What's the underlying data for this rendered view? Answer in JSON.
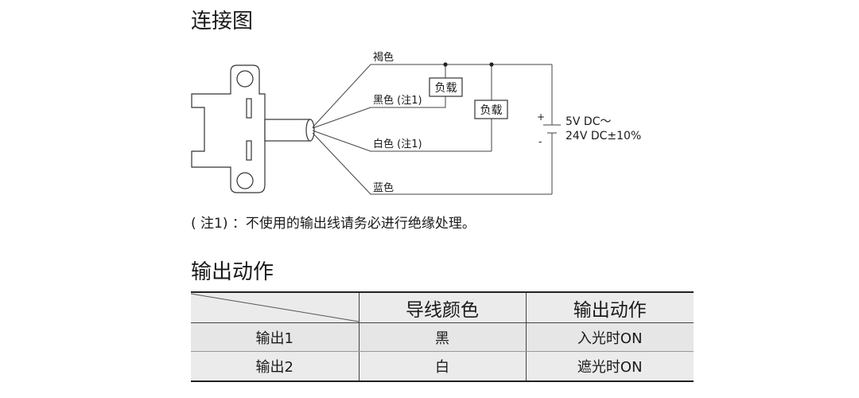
{
  "sections": {
    "connection_title": "连接图",
    "output_title": "输出动作"
  },
  "diagram": {
    "wires": {
      "brown": "褐色",
      "black": "黑色 (注1)",
      "white": "白色 (注1)",
      "blue": "蓝色"
    },
    "loads": {
      "load1": "负载",
      "load2": "负载"
    },
    "power": {
      "plus": "+",
      "minus": "-",
      "line1": "5V DC～",
      "line2": "24V DC±10%"
    }
  },
  "note": "( 注1) ：不使用的输出线请务必进行绝缘处理。",
  "table": {
    "headers": [
      "",
      "导线颜色",
      "输出动作"
    ],
    "rows": [
      [
        "输出1",
        "黑",
        "入光时ON"
      ],
      [
        "输出2",
        "白",
        "遮光时ON"
      ]
    ]
  }
}
